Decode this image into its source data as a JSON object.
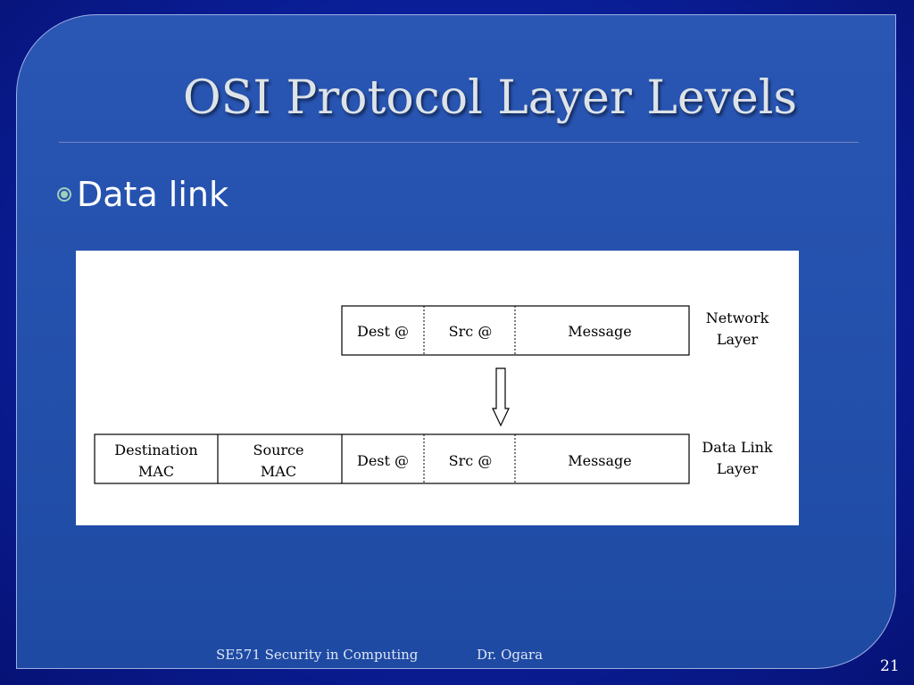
{
  "slide": {
    "title": "OSI Protocol Layer Levels",
    "bullet": "Data link",
    "footer_course": "SE571 Security in Computing",
    "footer_author": "Dr. Ogara",
    "page_number": "21"
  },
  "diagram": {
    "network_row": {
      "cells": [
        "Dest @",
        "Src @",
        "Message"
      ],
      "label_line1": "Network",
      "label_line2": "Layer"
    },
    "datalink_row": {
      "cells": [
        {
          "line1": "Destination",
          "line2": "MAC"
        },
        {
          "line1": "Source",
          "line2": "MAC"
        },
        {
          "line1": "Dest @",
          "line2": ""
        },
        {
          "line1": "Src @",
          "line2": ""
        },
        {
          "line1": "Message",
          "line2": ""
        }
      ],
      "label_line1": "Data Link",
      "label_line2": "Layer"
    }
  }
}
